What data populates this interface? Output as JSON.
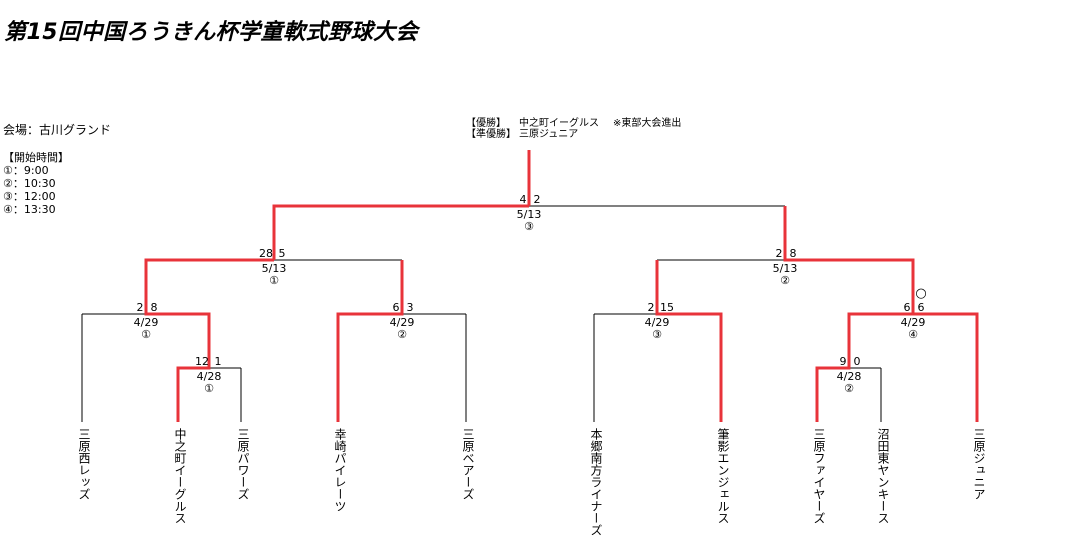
{
  "title": "第15回中国ろうきん杯学童軟式野球大会",
  "venue": "会場：古川グランド",
  "start_times": {
    "heading": "【開始時間】",
    "items": [
      "①：9:00",
      "②：10:30",
      "③：12:00",
      "④：13:30"
    ]
  },
  "result": {
    "champion_label": "【優勝】",
    "champion": "中之町イーグルス",
    "note": "※東部大会進出",
    "runner_up_label": "【準優勝】",
    "runner_up": "三原ジュニア"
  },
  "teams": [
    "三原西レッズ",
    "中之町イーグルス",
    "三原パワーズ",
    "幸崎パイレーツ",
    "三原ベアーズ",
    "本郷南方ライナーズ",
    "筆影エンジェルス",
    "三原ファイヤーズ",
    "沼田東ヤンキース",
    "三原ジュニア"
  ],
  "matches": {
    "r1a": {
      "score_left": "12",
      "score_right": "1",
      "date": "4/28",
      "slot": "①"
    },
    "r1b": {
      "score_left": "9",
      "score_right": "0",
      "date": "4/28",
      "slot": "②"
    },
    "q1": {
      "score_left": "2",
      "score_right": "8",
      "date": "4/29",
      "slot": "①"
    },
    "q2": {
      "score_left": "6",
      "score_right": "3",
      "date": "4/29",
      "slot": "②"
    },
    "q3": {
      "score_left": "2",
      "score_right": "15",
      "date": "4/29",
      "slot": "③"
    },
    "q4": {
      "score_left": "6",
      "score_right": "6",
      "date": "4/29",
      "slot": "④",
      "mark": "○"
    },
    "s1": {
      "score_left": "28",
      "score_right": "5",
      "date": "5/13",
      "slot": "①"
    },
    "s2": {
      "score_left": "2",
      "score_right": "8",
      "date": "5/13",
      "slot": "②"
    },
    "final": {
      "score_left": "4",
      "score_right": "2",
      "date": "5/13",
      "slot": "③"
    }
  },
  "colors": {
    "win_line": "#e8333a",
    "line": "#000000"
  }
}
